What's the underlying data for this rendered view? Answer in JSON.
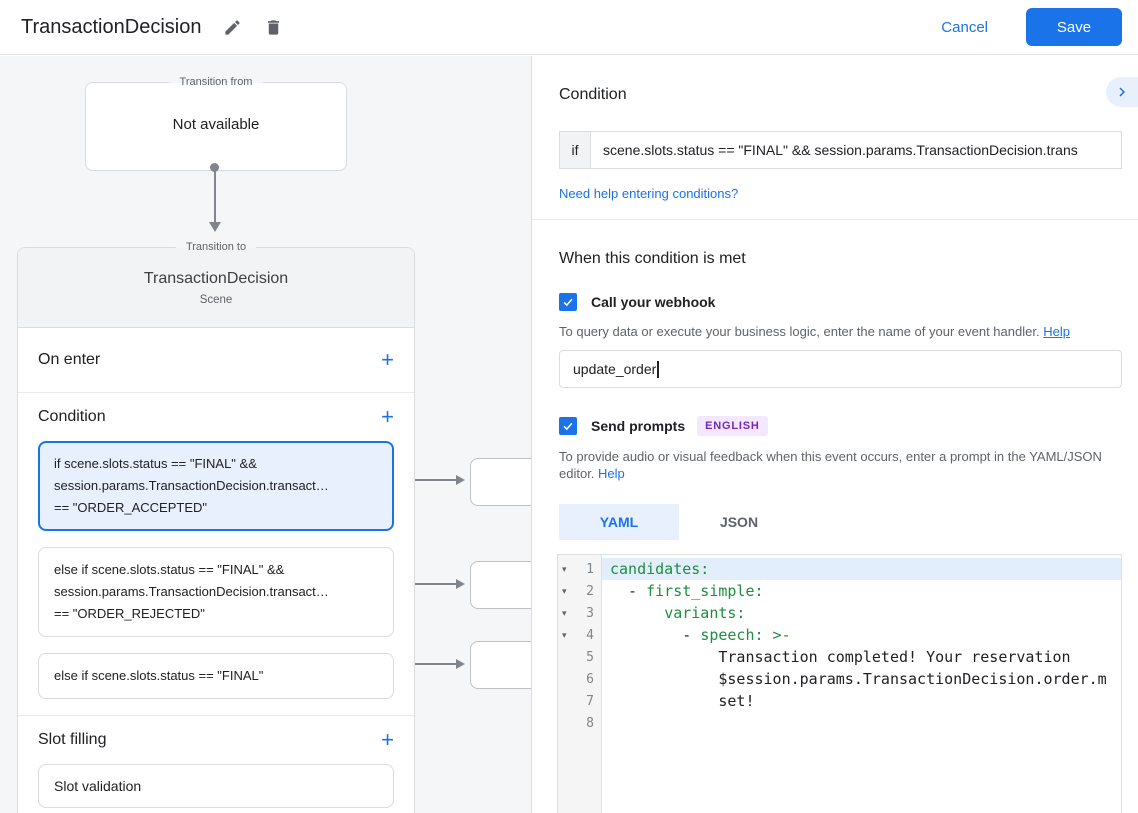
{
  "header": {
    "title": "TransactionDecision",
    "cancel_label": "Cancel",
    "save_label": "Save"
  },
  "flow": {
    "transition_from": {
      "label": "Transition from",
      "content": "Not available"
    },
    "transition_to": {
      "label": "Transition to",
      "scene_name": "TransactionDecision",
      "scene_type": "Scene",
      "on_enter_label": "On enter",
      "condition_label": "Condition",
      "slot_filling_label": "Slot filling",
      "slot_validation_label": "Slot validation",
      "conditions": [
        {
          "line1": "if scene.slots.status == \"FINAL\" &&",
          "line2": "session.params.TransactionDecision.transact…",
          "line3": "== \"ORDER_ACCEPTED\""
        },
        {
          "line1": "else if scene.slots.status == \"FINAL\" &&",
          "line2": "session.params.TransactionDecision.transact…",
          "line3": "== \"ORDER_REJECTED\""
        },
        {
          "line1": "else if scene.slots.status == \"FINAL\""
        }
      ]
    }
  },
  "panel": {
    "title": "Condition",
    "if_label": "if",
    "condition_value": "scene.slots.status == \"FINAL\" && session.params.TransactionDecision.trans",
    "help_link": "Need help entering conditions?",
    "when_met_title": "When this condition is met",
    "webhook": {
      "label": "Call your webhook",
      "description": "To query data or execute your business logic, enter the name of your event handler.",
      "help_label": "Help",
      "value": "update_order"
    },
    "prompts": {
      "label": "Send prompts",
      "language_badge": "ENGLISH",
      "description": "To provide audio or visual feedback when this event occurs, enter a prompt in the YAML/JSON editor.",
      "help_label": "Help",
      "tab_yaml": "YAML",
      "tab_json": "JSON"
    },
    "editor": {
      "gutter": [
        "1",
        "2",
        "3",
        "4",
        "5",
        "6",
        "7",
        "8"
      ],
      "l1": {
        "key": "candidates:"
      },
      "l2": {
        "pre": "  - ",
        "key": "first_simple:"
      },
      "l3": {
        "pre": "      ",
        "key": "variants:"
      },
      "l4": {
        "pre": "        - ",
        "key": "speech:",
        "block": " >-"
      },
      "l5": {
        "text": "            Transaction completed! Your reservation"
      },
      "l6": {
        "text": "            $session.params.TransactionDecision.order.m"
      },
      "l7": {
        "text": "            set!"
      }
    }
  },
  "icons": {
    "plus": "+",
    "fold": "▾"
  },
  "colors": {
    "accent_blue": "#1a73e8",
    "selected_bg": "#e8f0fe",
    "badge_bg": "#f3e8fd",
    "badge_text": "#7627ba",
    "code_key_green": "#1e8e3e",
    "connector_gray": "#80868b"
  }
}
